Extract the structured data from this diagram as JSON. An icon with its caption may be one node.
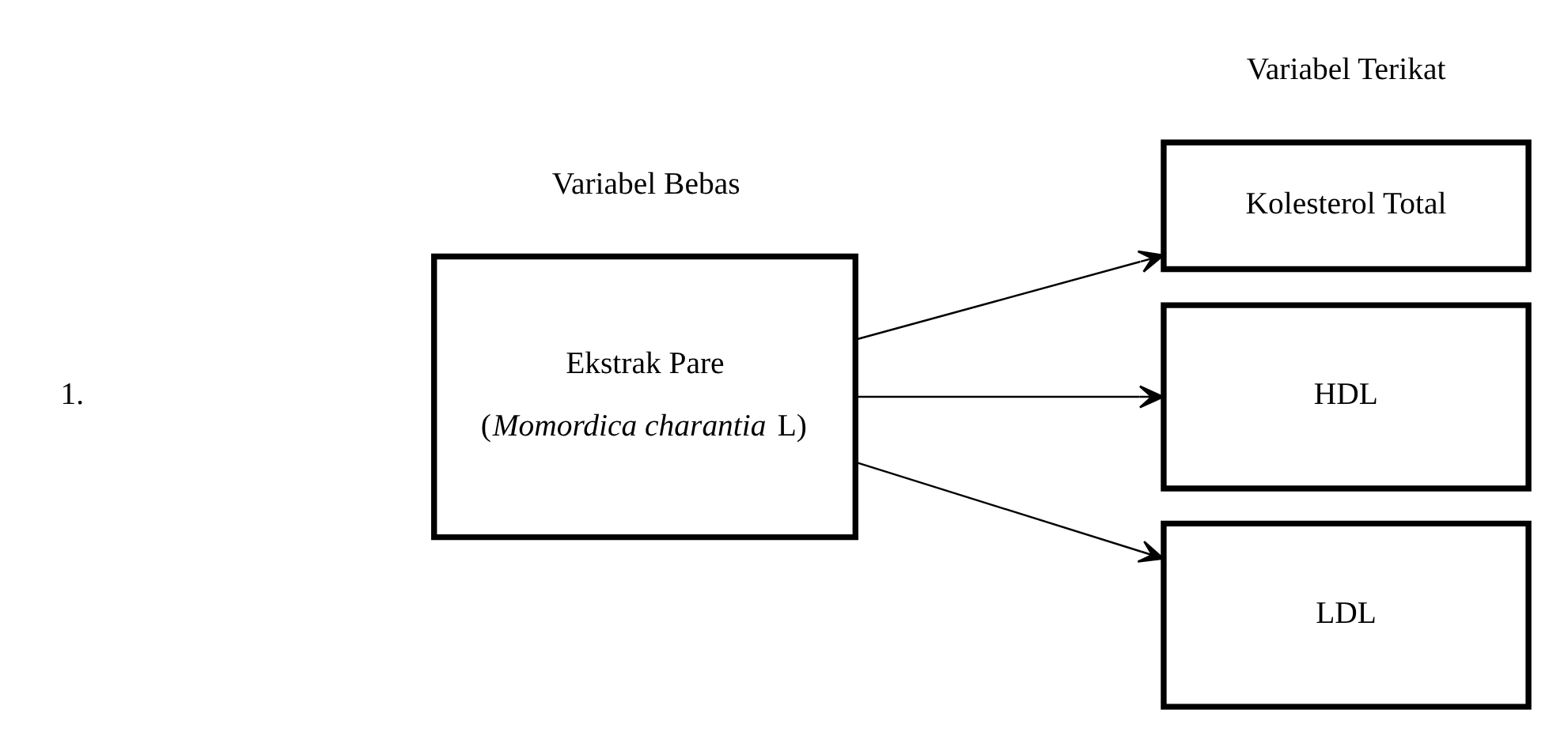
{
  "diagram": {
    "nodes": [
      {
        "text": [
          "Ekstrak Pare",
          "(*Momordica charantia* L)"
        ]
      },
      {
        "text": [
          "Kolesterol Total"
        ]
      },
      {
        "text": [
          "HDL"
        ]
      },
      {
        "text": [
          "LDL"
        ]
      }
    ],
    "edges": [
      {
        "from": 0,
        "to": 1,
        "arrow": "to"
      },
      {
        "from": 0,
        "to": 2,
        "arrow": "to"
      },
      {
        "from": 0,
        "to": 3,
        "arrow": "to"
      }
    ],
    "labels": [
      "Variabel Bebas",
      "Variabel Terikat",
      "1."
    ]
  }
}
